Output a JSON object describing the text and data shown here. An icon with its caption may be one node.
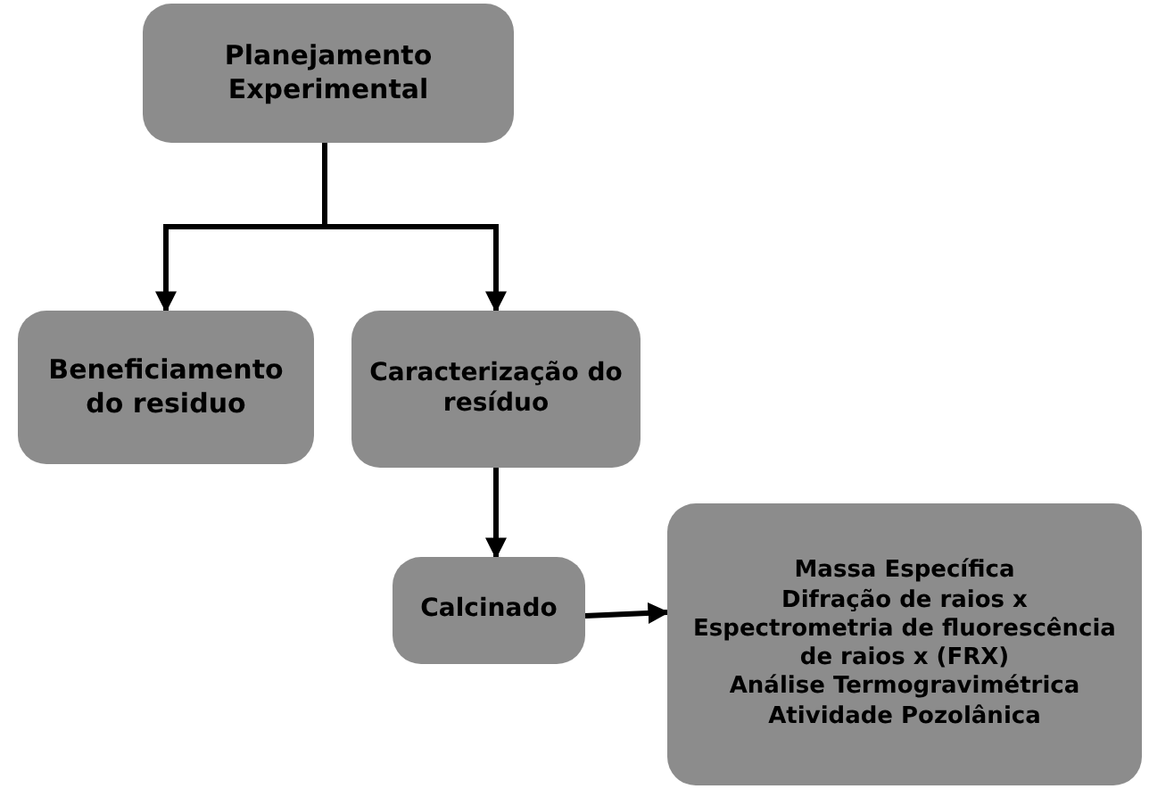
{
  "diagram": {
    "nodes": [
      {
        "text": [
          "Planejamento Experimental"
        ]
      },
      {
        "text": [
          "Beneficiamento do residuo"
        ]
      },
      {
        "text": [
          "Caracterização do resíduo"
        ]
      },
      {
        "text": [
          "Calcinado"
        ]
      },
      {
        "text": [
          "Massa Específica",
          "Difração de raios x",
          "Espectrometria de fluorescência de raios x (FRX)",
          "Análise Termogravimétrica",
          "Atividade Pozolânica"
        ]
      }
    ],
    "edges": [
      {
        "from": 0,
        "to": 1,
        "arrow": "to"
      },
      {
        "from": 0,
        "to": 2,
        "arrow": "to"
      },
      {
        "from": 2,
        "to": 3,
        "arrow": "to"
      },
      {
        "from": 3,
        "to": 4,
        "arrow": "to"
      }
    ]
  }
}
